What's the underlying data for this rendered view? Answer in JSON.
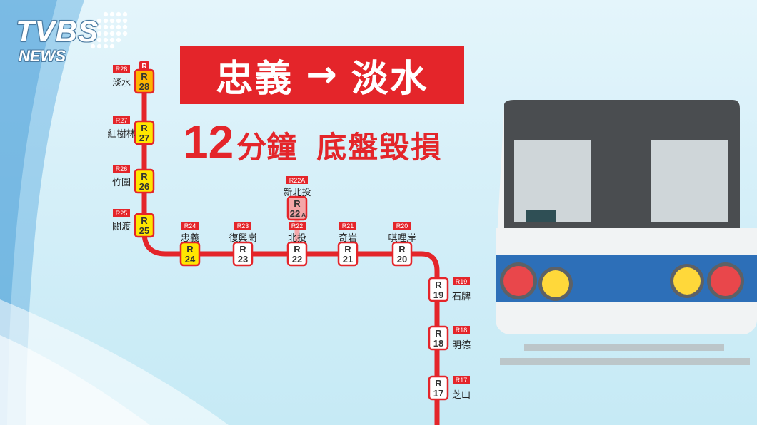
{
  "logo": {
    "main": "TVBS",
    "sub": "NEWS"
  },
  "headline": {
    "from": "忠義",
    "arrow": "→",
    "to": "淡水"
  },
  "subline": {
    "minutes_number": "12",
    "minutes_unit": "分鐘",
    "damage": "底盤毀損"
  },
  "line": {
    "letter": "R",
    "color": "#e4252a",
    "top_tag": "R",
    "stations": [
      {
        "code": "R28",
        "num": "28",
        "name": "淡水",
        "style": "orange"
      },
      {
        "code": "R27",
        "num": "27",
        "name": "紅樹林",
        "style": "yellow"
      },
      {
        "code": "R26",
        "num": "26",
        "name": "竹圍",
        "style": "yellow"
      },
      {
        "code": "R25",
        "num": "25",
        "name": "關渡",
        "style": "yellow"
      },
      {
        "code": "R24",
        "num": "24",
        "name": "忠義",
        "style": "yellow"
      },
      {
        "code": "R23",
        "num": "23",
        "name": "復興崗",
        "style": "white"
      },
      {
        "code": "R22",
        "num": "22",
        "name": "北投",
        "style": "white"
      },
      {
        "code": "R21",
        "num": "21",
        "name": "奇岩",
        "style": "white"
      },
      {
        "code": "R20",
        "num": "20",
        "name": "唭哩岸",
        "style": "white"
      },
      {
        "code": "R19",
        "num": "19",
        "name": "石牌",
        "style": "white"
      },
      {
        "code": "R18",
        "num": "18",
        "name": "明德",
        "style": "white"
      },
      {
        "code": "R17",
        "num": "17",
        "name": "芝山",
        "style": "white"
      }
    ],
    "branch": {
      "code": "R22A",
      "num": "22",
      "suffix": "A",
      "name": "新北投",
      "style": "pink"
    }
  },
  "colors": {
    "accent_red": "#e4252a",
    "badge_yellow": "#ffe600",
    "badge_orange": "#ffb400",
    "branch_pink": "#f4a6a8",
    "train_body": "#f1f3f4",
    "train_roof": "#4a4d50",
    "train_stripe": "#2d6fb8",
    "window": "#cfd6d9"
  },
  "icons": {
    "train": "train-front-icon",
    "logo_dots": "dot-grid-icon"
  }
}
